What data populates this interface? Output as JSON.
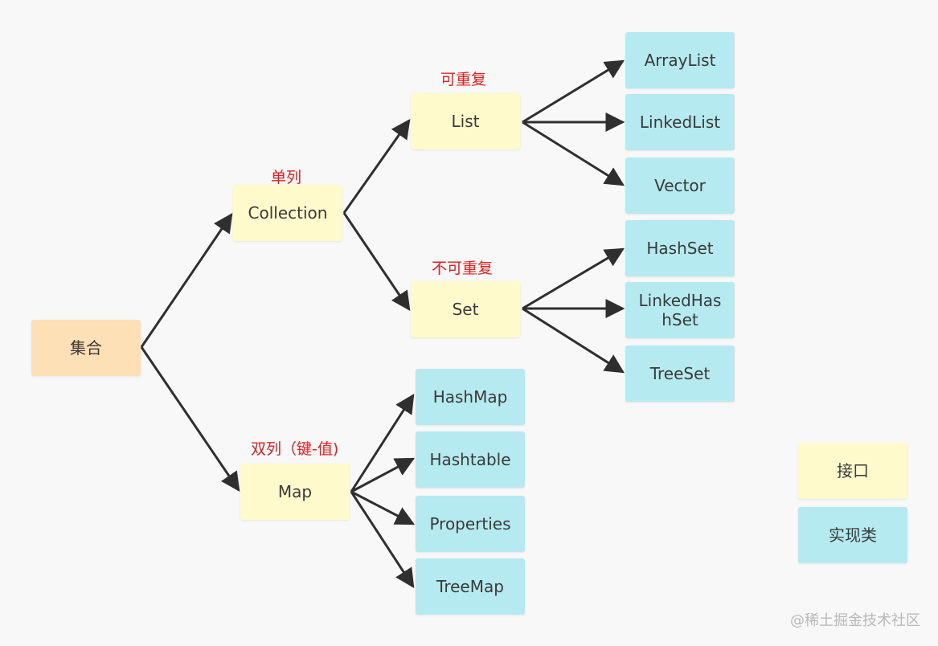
{
  "colors": {
    "root": "#fde0b5",
    "interface": "#fffacc",
    "implementation": "#b5eaf0",
    "label": "#e02020",
    "arrow": "#2f2f2f"
  },
  "nodes": {
    "root": "集合",
    "collection": "Collection",
    "map": "Map",
    "list": "List",
    "set": "Set",
    "arraylist": "ArrayList",
    "linkedlist": "LinkedList",
    "vector": "Vector",
    "hashset": "HashSet",
    "linkedhashset": "LinkedHas hSet",
    "treeset": "TreeSet",
    "hashmap": "HashMap",
    "hashtable": "Hashtable",
    "properties": "Properties",
    "treemap": "TreeMap"
  },
  "labels": {
    "collection": "单列",
    "list": "可重复",
    "set": "不可重复",
    "map": "双列（键-值)"
  },
  "legend": {
    "interface": "接口",
    "implementation": "实现类"
  },
  "watermark": "@稀土掘金技术社区"
}
